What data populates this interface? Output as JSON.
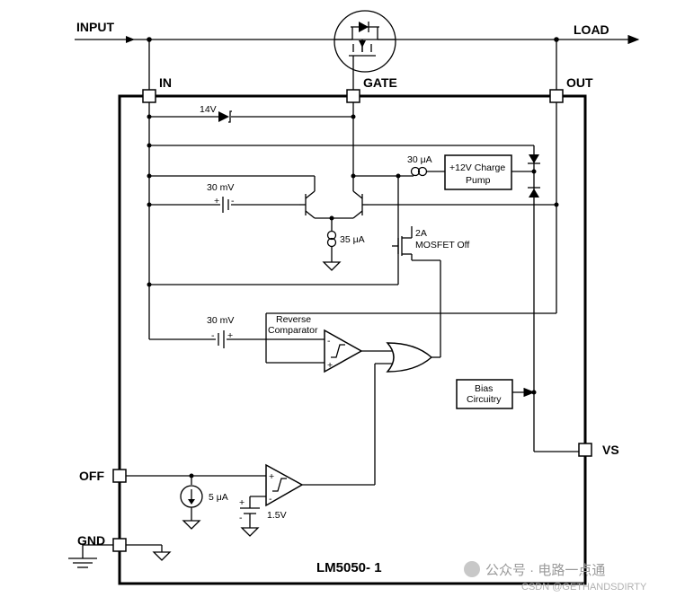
{
  "pins": {
    "input": "INPUT",
    "load": "LOAD",
    "in": "IN",
    "gate": "GATE",
    "out": "OUT",
    "vs": "VS",
    "off": "OFF",
    "gnd": "GND"
  },
  "labels": {
    "zener": "14V",
    "offset_top": "30 mV",
    "offset_bottom": "30 mV",
    "src_30ua": "30 μA",
    "src_35ua": "35 μA",
    "src_5ua": "5 μA",
    "mosfet_current": "2A",
    "mosfet_off": "MOSFET Off",
    "reverse": "Reverse",
    "comparator": "Comparator",
    "ref_1v5": "1.5V",
    "charge_pump_1": "+12V Charge",
    "charge_pump_2": "Pump",
    "bias_1": "Bias",
    "bias_2": "Circuitry",
    "plus": "+",
    "minus": "-"
  },
  "title": "LM5050- 1",
  "watermark": {
    "main": "公众号 · 电路一点通",
    "credit": "CSDN @GETHANDSDIRTY"
  }
}
